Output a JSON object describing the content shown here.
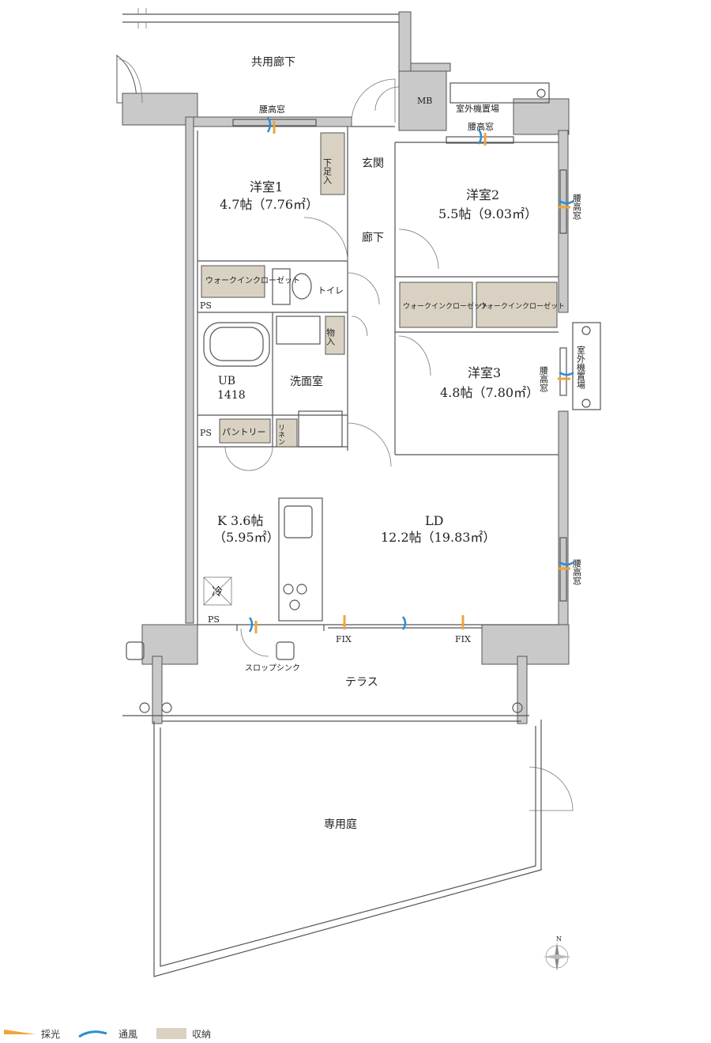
{
  "rooms": {
    "corridor": "共用廊下",
    "mb": "MB",
    "outdoor_unit_top": "室外機置場",
    "waist_window_top_left": "腰高窓",
    "waist_window_top_right": "腰高窓",
    "room1_name": "洋室1",
    "room1_size": "4.7帖（7.76㎡）",
    "genkan": "玄関",
    "shoe_storage": "下足入",
    "room2_name": "洋室2",
    "room2_size": "5.5帖（9.03㎡）",
    "waist_window_r2": "腰高窓",
    "hallway": "廊下",
    "wic1": "ウォークインクローゼット",
    "toilet": "トイレ",
    "wic2": "ウォークインクローゼット",
    "wic3": "ウォークインクローゼット",
    "ps1": "PS",
    "storage_mono": "物入",
    "ub": "UB",
    "ub_size": "1418",
    "washroom": "洗面室",
    "outdoor_unit_right": "室外機置場",
    "room3_name": "洋室3",
    "room3_size": "4.8帖（7.80㎡）",
    "waist_window_r3": "腰高窓",
    "ps2": "PS",
    "pantry": "パントリー",
    "linen": "リネン",
    "kitchen_name": "K 3.6帖",
    "kitchen_size": "（5.95㎡）",
    "ld_name": "LD",
    "ld_size": "12.2帖（19.83㎡）",
    "waist_window_ld": "腰高窓",
    "fridge": "冷",
    "ps3": "PS",
    "fix1": "FIX",
    "fix2": "FIX",
    "slop_sink": "スロップシンク",
    "terrace": "テラス",
    "private_garden": "専用庭"
  },
  "legend": {
    "light": "採光",
    "wind": "通風",
    "storage": "収納"
  },
  "colors": {
    "light": "#f0a43a",
    "wind": "#2a8fd0",
    "storage": "#d9d2c3"
  },
  "compass": "N"
}
